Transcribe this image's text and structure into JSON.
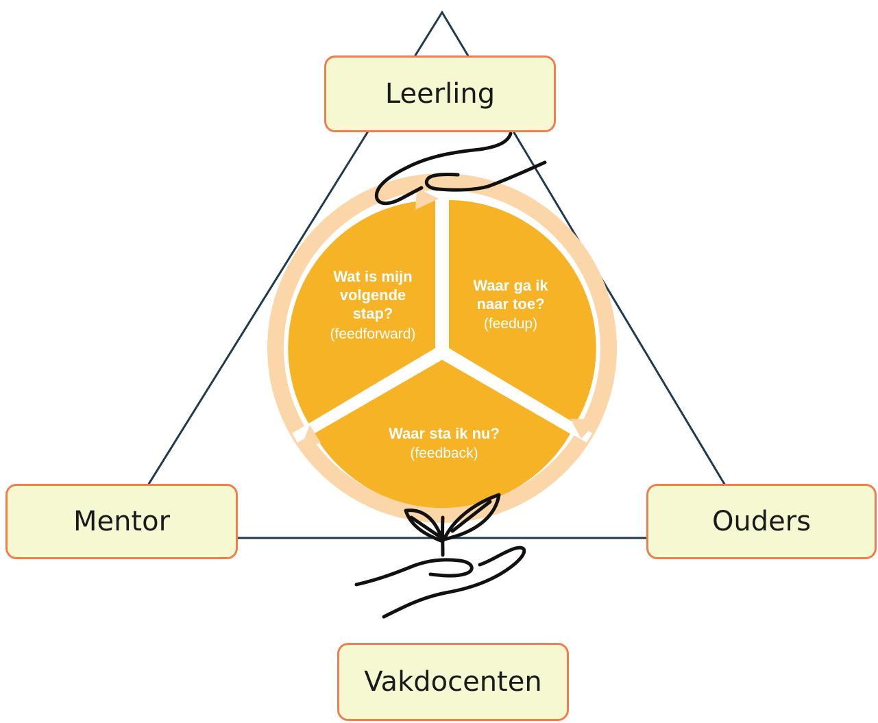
{
  "roles": {
    "top": "Leerling",
    "left": "Mentor",
    "right": "Ouders",
    "bottom": "Vakdocenten"
  },
  "cycle": {
    "feedforward": {
      "line1": "Wat is mijn",
      "line2": "volgende",
      "line3": "stap?",
      "sub": "(feedforward)"
    },
    "feedup": {
      "line1": "Waar ga ik",
      "line2": "naar toe?",
      "sub": "(feedup)"
    },
    "feedback": {
      "line1": "Waar sta ik nu?",
      "sub": "(feedback)"
    }
  },
  "colors": {
    "segment_fill": "#f5b325",
    "outer_ring": "#fad6a8",
    "box_fill": "#f6f8d2",
    "box_border": "#ee7f4d",
    "triangle_stroke": "#1f3b4d"
  },
  "icons": [
    "hand-icon",
    "plant-icon",
    "cycle-arrow-icon"
  ]
}
